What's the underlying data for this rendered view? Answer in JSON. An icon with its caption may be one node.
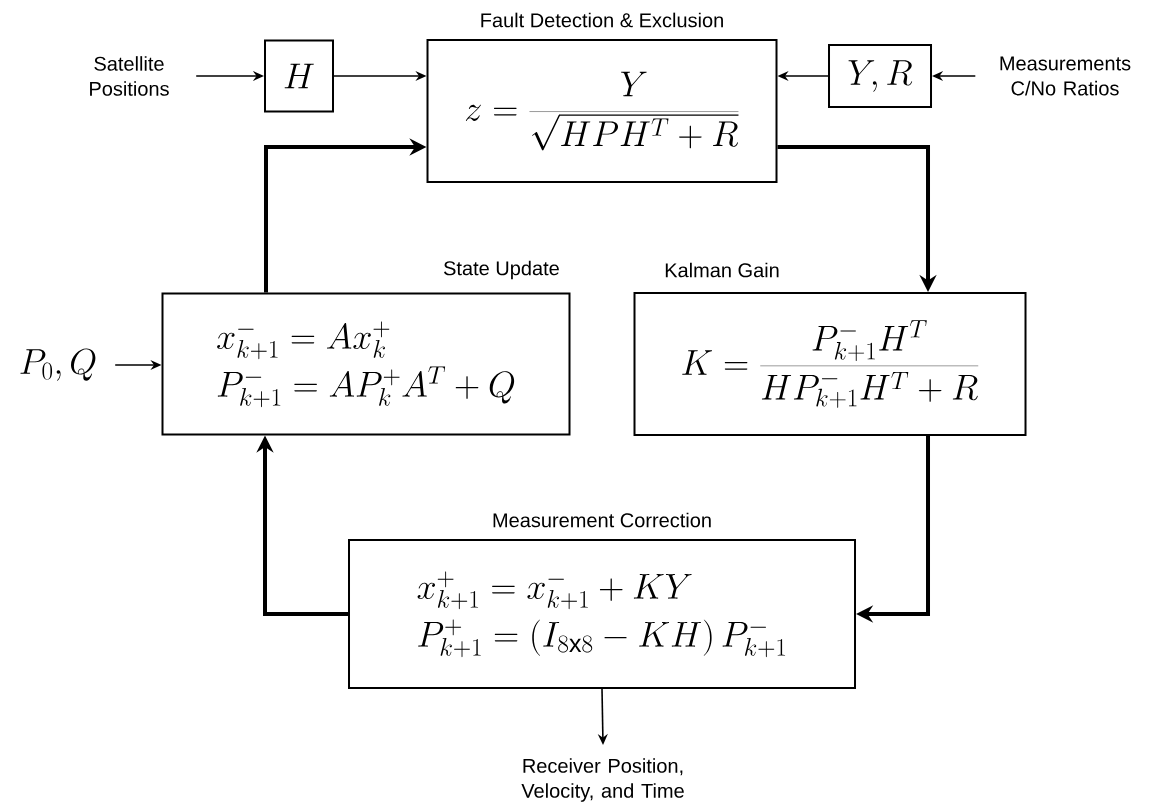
{
  "diagram": {
    "nodes": [
      {
        "text": [
          "Satellite Positions"
        ]
      },
      {
        "text": [
          "H"
        ]
      },
      {
        "text": [
          "Fault Detection & Exclusion",
          "z = \\frac{Y}{\\sqrt{HPH^T + R}}"
        ]
      },
      {
        "text": [
          "Y, R"
        ]
      },
      {
        "text": [
          "Measurements C/No Ratios"
        ]
      },
      {
        "text": [
          "P_0, Q"
        ]
      },
      {
        "text": [
          "State Update",
          "x_{k+1}^- = Ax_k^+",
          "P_{k+1}^- = AP_k^+A^T + Q"
        ]
      },
      {
        "text": [
          "Kalman Gain",
          "K = \\frac{P_{k+1}^- H^T}{HP_{k+1}^- H^T + R}"
        ]
      },
      {
        "text": [
          "Measurement Correction",
          "x_{k+1}^+ = x_{k+1}^- + KY",
          "P_{k+1}^+ = (I_{8\\mathrm{x}8} - KH)\\, P_{k+1}^-"
        ]
      },
      {
        "text": [
          "Receiver Position, Velocity, and Time"
        ]
      }
    ],
    "edges": [
      {
        "from": 0,
        "to": 1,
        "arrow": "to"
      },
      {
        "from": 1,
        "to": 2,
        "arrow": "to"
      },
      {
        "from": 4,
        "to": 3,
        "arrow": "to"
      },
      {
        "from": 3,
        "to": 2,
        "arrow": "to"
      },
      {
        "from": 5,
        "to": 6,
        "arrow": "to"
      },
      {
        "from": 6,
        "to": 2,
        "arrow": "to",
        "style": "thick"
      },
      {
        "from": 2,
        "to": 7,
        "arrow": "to",
        "style": "thick"
      },
      {
        "from": 7,
        "to": 8,
        "arrow": "to",
        "style": "thick"
      },
      {
        "from": 8,
        "to": 6,
        "arrow": "to",
        "style": "thick"
      },
      {
        "from": 8,
        "to": 9,
        "arrow": "to"
      }
    ]
  }
}
